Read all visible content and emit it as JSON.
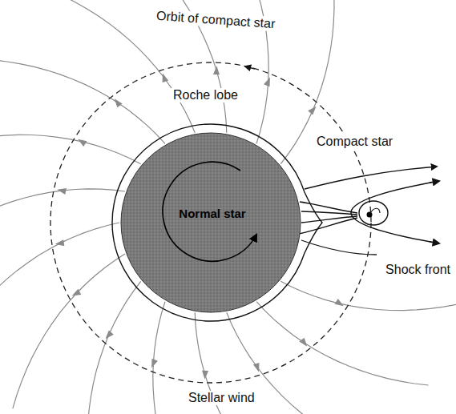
{
  "diagram": {
    "nodes": [
      {
        "text": [
          "Normal star"
        ]
      }
    ],
    "labels": [
      "Orbit of compact star",
      "Roche lobe",
      "Compact star",
      "Shock front",
      "Stellar wind"
    ]
  }
}
